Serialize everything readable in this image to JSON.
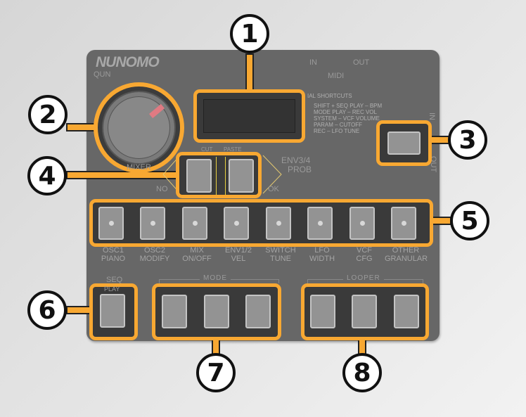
{
  "device": {
    "brand": "NUNOMO",
    "model": "QUN",
    "midi": {
      "in": "IN",
      "out": "OUT",
      "label": "MIDI"
    },
    "shortcuts": {
      "title": "IAL SHORTCUTS",
      "lines": [
        "SHIFT +  SEQ PLAY – BPM",
        "MODE PLAY – REC VOL",
        "SYSTEM – VCF VOLUME",
        "PARAM – CUTOFF",
        "REC – LFO TUNE"
      ]
    },
    "audio": {
      "in": "IN",
      "out": "OUT"
    },
    "nav": {
      "mixer": "MIXER",
      "no": "NO",
      "ok": "OK",
      "env": "ENV3/4",
      "prob": "PROB",
      "cut": "CUT",
      "paste": "PASTE"
    },
    "params": [
      {
        "top": "OSC1",
        "bottom": "PIANO"
      },
      {
        "top": "OSC2",
        "bottom": "MODIFY"
      },
      {
        "top": "MIX",
        "bottom": "ON/OFF"
      },
      {
        "top": "ENV1/2",
        "bottom": "VEL"
      },
      {
        "top": "SWITCH",
        "bottom": "TUNE"
      },
      {
        "top": "LFO",
        "bottom": "WIDTH"
      },
      {
        "top": "VCF",
        "bottom": "CFG"
      },
      {
        "top": "OTHER",
        "bottom": "GRANULAR"
      }
    ],
    "seq": {
      "label": "SEQ",
      "play": "PLAY"
    },
    "mode": {
      "label": "MODE"
    },
    "looper": {
      "label": "LOOPER"
    }
  },
  "callouts": [
    "1",
    "2",
    "3",
    "4",
    "5",
    "6",
    "7",
    "8"
  ],
  "colors": {
    "highlight": "#f8a832",
    "panel": "#676767",
    "knob_indicator": "#e07a82"
  }
}
